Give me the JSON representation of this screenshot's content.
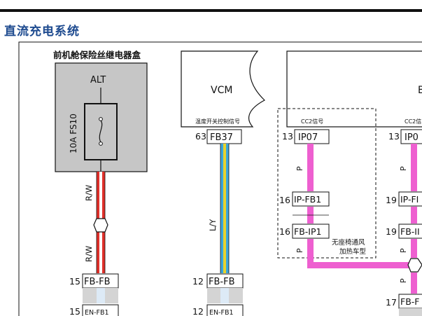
{
  "header": {
    "section_title": "直流充电系统"
  },
  "diagram": {
    "fuse_box": {
      "title": "前机舱保险丝继电器盒",
      "alt_label": "ALT",
      "fuse_label": "10A FS10"
    },
    "vcm": {
      "name": "VCM",
      "signal": "温度开关控制信号",
      "pin": "63",
      "connector": "FB37"
    },
    "module_b": {
      "name_partial": "B"
    },
    "cc2_left": {
      "signal": "CC2信号",
      "pin": "13",
      "connector": "IP07"
    },
    "cc2_right": {
      "signal": "CC2信",
      "pin": "13",
      "connector": "IP0"
    },
    "wires": {
      "rw_upper": "R/W",
      "rw_lower": "R/W",
      "ly": "L/Y",
      "p1": "P",
      "p2": "P",
      "p3": "P",
      "p4": "P",
      "p5": "P"
    },
    "connectors": {
      "c15_fbfb": {
        "pin": "15",
        "name": "FB-FB"
      },
      "c15_enfb": {
        "pin": "15",
        "name": "EN-FB1"
      },
      "c12_fbfb": {
        "pin": "12",
        "name": "FB-FB"
      },
      "c12_enfb": {
        "pin": "12",
        "name": "EN-FB1"
      },
      "c16_ipfb": {
        "pin": "16",
        "name": "IP-FB1"
      },
      "c16_fbip": {
        "pin": "16",
        "name": "FB-IP1"
      },
      "c19_ipf": {
        "pin": "19",
        "name": "IP-FI"
      },
      "c19_fbi": {
        "pin": "19",
        "name": "FB-II"
      },
      "c17_fbf": {
        "pin": "17",
        "name": "FB-F"
      }
    },
    "note_line1": "无座椅通风",
    "note_line2": "加热车型",
    "colors": {
      "rw_red": "#e0302a",
      "ly_blue": "#3aa6dc",
      "ly_yellow": "#e8d22b",
      "pink": "#ee5fd0",
      "fuse_box_gray": "#c6c6c6"
    }
  }
}
